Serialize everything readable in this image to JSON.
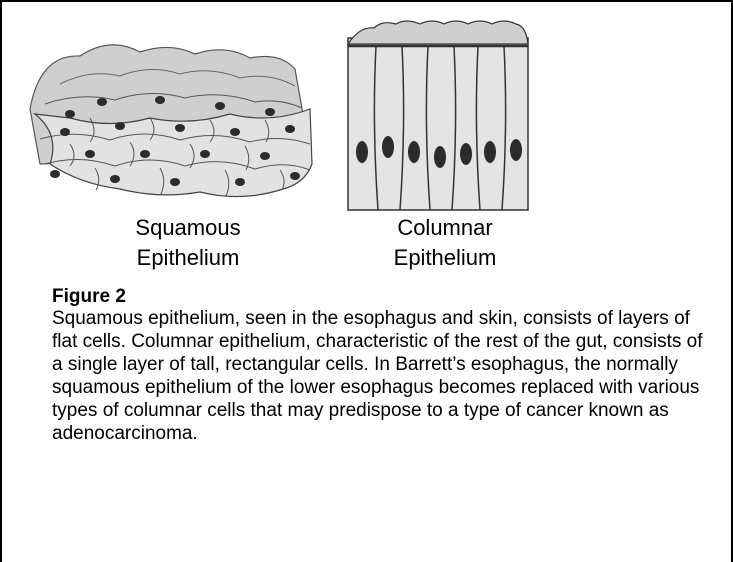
{
  "labels": {
    "squamous": [
      "Squamous",
      "Epithelium"
    ],
    "columnar": [
      "Columnar",
      "Epithelium"
    ]
  },
  "figure": {
    "title": "Figure 2",
    "caption": "Squamous epithelium, seen in the esophagus and skin, consists of layers of flat cells. Columnar epithelium, characteristic of the rest of the gut, consists of a single layer of tall, rectangular cells. In Barrett’s esophagus, the normally squamous epithelium of the lower esophagus becomes replaced with various types of columnar cells that may predispose to a type of cancer known as adenocarcinoma."
  },
  "colors": {
    "cell_fill": "#d9d9d9",
    "cell_edge": "#4a4a4a",
    "nucleus": "#2a2a2a",
    "border": "#000000"
  }
}
